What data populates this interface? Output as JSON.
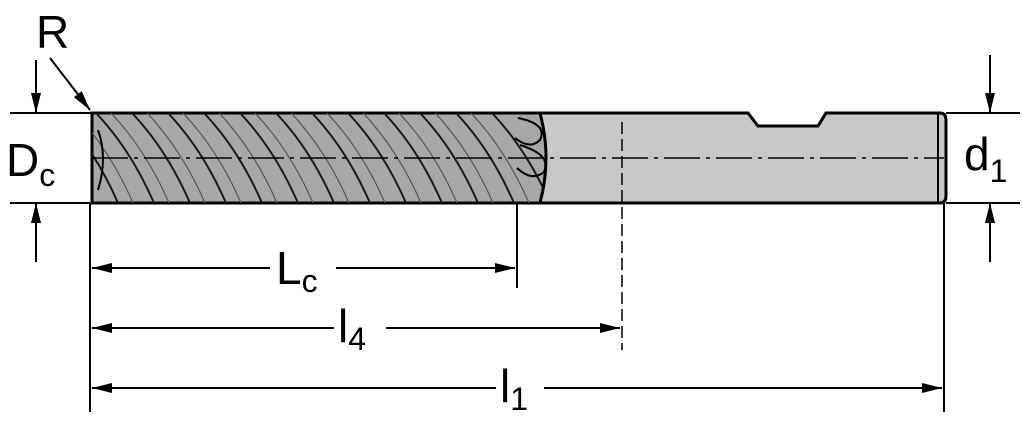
{
  "labels": {
    "corner_radius": "R",
    "cutting_diameter": {
      "main": "D",
      "sub": "c"
    },
    "shank_diameter": {
      "main": "d",
      "sub": "1"
    },
    "cutting_length": {
      "main": "L",
      "sub": "c"
    },
    "length_l4": {
      "main": "l",
      "sub": "4"
    },
    "overall_length": {
      "main": "l",
      "sub": "1"
    }
  },
  "colors": {
    "line": "#000000",
    "shank_fill": "#c8c8c8",
    "flute_fill": "#a8a8a8",
    "background": "#ffffff"
  }
}
